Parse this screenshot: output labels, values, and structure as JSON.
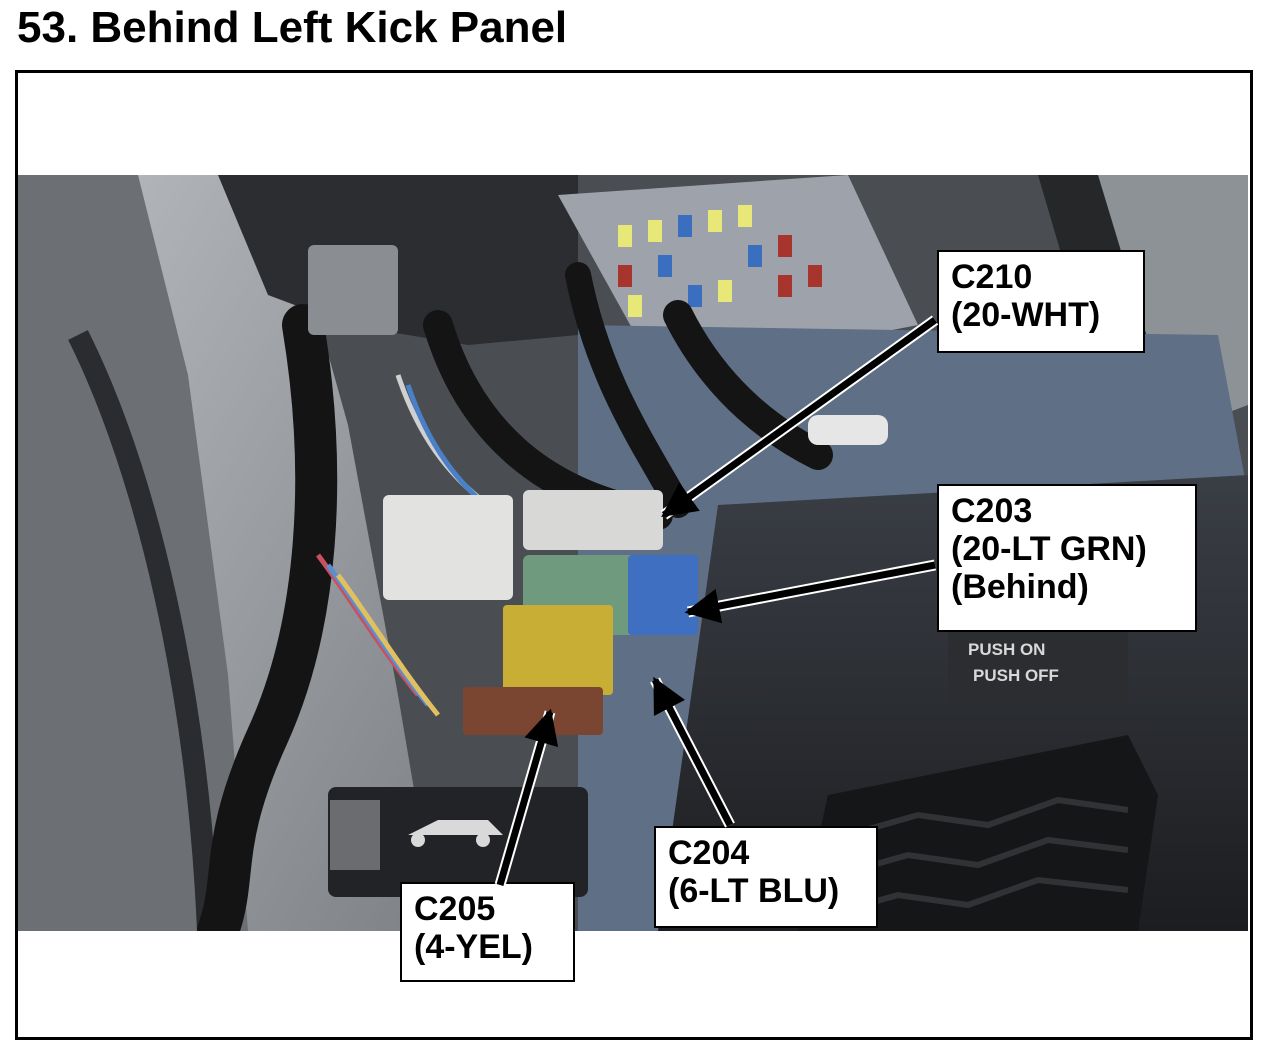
{
  "title": "53. Behind Left Kick Panel",
  "labels": {
    "c210": {
      "code": "C210",
      "desc": "(20-WHT)"
    },
    "c203": {
      "code": "C203",
      "desc": "(20-LT GRN)",
      "note": "(Behind)"
    },
    "c204": {
      "code": "C204",
      "desc": "(6-LT BLU)"
    },
    "c205": {
      "code": "C205",
      "desc": "(4-YEL)"
    }
  },
  "photo_text": {
    "switch_line1": "PUSH ON",
    "switch_line2": "PUSH OFF"
  }
}
